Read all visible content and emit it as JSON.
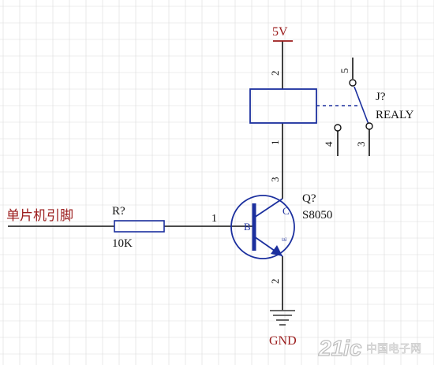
{
  "schematic": {
    "input_net_label": "单片机引脚",
    "supply_label": "5V",
    "ground_label": "GND",
    "resistor": {
      "ref": "R?",
      "value": "10K",
      "pin_right": "1"
    },
    "transistor": {
      "ref": "Q?",
      "part": "S8050",
      "pin_base_label": "B",
      "pin_collector_label": "C",
      "pin_emitter_label": "E",
      "pin_collector_num": "3",
      "pin_emitter_num": "2"
    },
    "relay": {
      "ref": "J?",
      "part": "REALY",
      "coil_top_pin": "2",
      "coil_bottom_pin": "1",
      "contact_5": "5",
      "contact_4": "4",
      "contact_3": "3"
    }
  },
  "watermark": {
    "text": "21ic",
    "subtext": "中国电子网"
  },
  "colors": {
    "wire": "#111111",
    "component": "#1b2f9e",
    "label_red": "#9b1c1c",
    "grid": "#dcdcdc",
    "watermark": "#bdbdbd"
  }
}
